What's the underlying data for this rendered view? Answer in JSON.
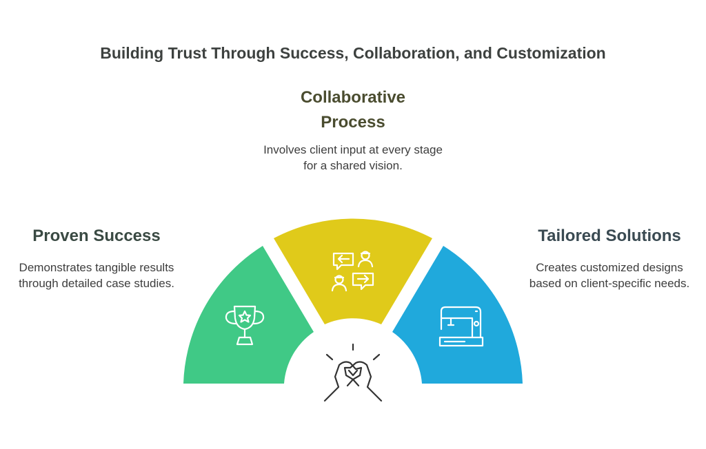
{
  "title": "Building Trust Through Success, Collaboration, and Customization",
  "segments": [
    {
      "heading": "Proven Success",
      "description": "Demonstrates tangible results through detailed case studies.",
      "color": "#40c986",
      "icon": "trophy-icon"
    },
    {
      "heading": "Collaborative Process",
      "heading_lines": [
        "Collaborative",
        "Process"
      ],
      "description": "Involves client input at every stage for a shared vision.",
      "color": "#e0ca1a",
      "icon": "conversation-icon"
    },
    {
      "heading": "Tailored Solutions",
      "description": "Creates customized designs based on client-specific needs.",
      "color": "#20a9dc",
      "icon": "sewing-machine-icon"
    }
  ],
  "center": {
    "icon": "handshake-icon"
  }
}
